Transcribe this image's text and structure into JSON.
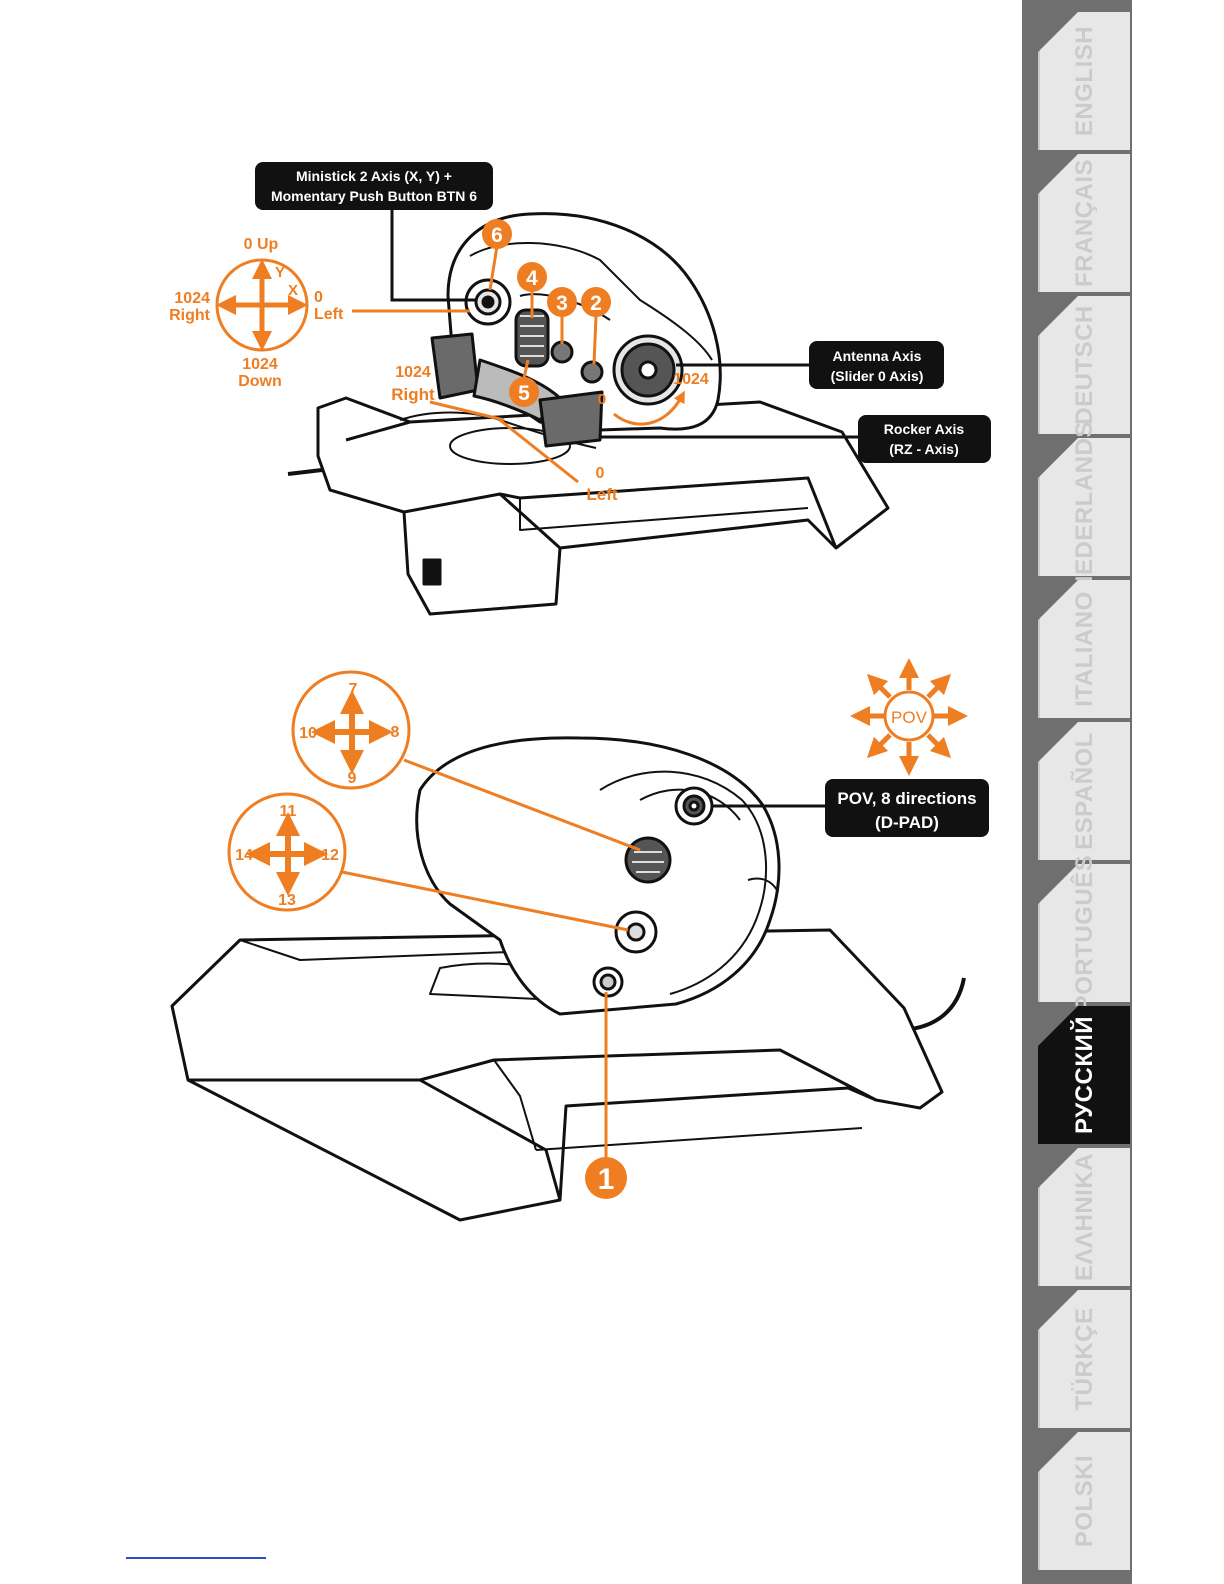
{
  "top": {
    "callout_ministick_line1": "Ministick 2 Axis (X, Y) +",
    "callout_ministick_line2": "Momentary Push Button BTN 6",
    "callout_antenna_line1": "Antenna Axis",
    "callout_antenna_line2": "(Slider 0 Axis)",
    "callout_rocker_line1": "Rocker Axis",
    "callout_rocker_line2": "(RZ - Axis)",
    "cross_up": "0 Up",
    "cross_y": "Y",
    "cross_x": "X",
    "cross_right_val": "1024",
    "cross_right_word": "Right",
    "cross_left_val": "0",
    "cross_left_word": "Left",
    "cross_down_val": "1024",
    "cross_down_word": "Down",
    "rocker_right_val": "1024",
    "rocker_right_word": "Right",
    "rocker_left_val": "0",
    "rocker_left_word": "Left",
    "antenna_zero": "0",
    "antenna_max": "1024",
    "badges": [
      "6",
      "4",
      "3",
      "2",
      "5"
    ]
  },
  "bottom": {
    "hat1_up": "7",
    "hat1_right": "8",
    "hat1_down": "9",
    "hat1_left": "10",
    "hat2_up": "11",
    "hat2_right": "12",
    "hat2_down": "13",
    "hat2_left": "14",
    "pov_label": "POV",
    "callout_pov_line1": "POV, 8 directions",
    "callout_pov_line2": "(D-PAD)",
    "badge_1": "1"
  },
  "tabs": [
    {
      "label": "ENGLISH",
      "active": false
    },
    {
      "label": "FRANÇAIS",
      "active": false
    },
    {
      "label": "DEUTSCH",
      "active": false
    },
    {
      "label": "NEDERLANDS",
      "active": false
    },
    {
      "label": "ITALIANO",
      "active": false
    },
    {
      "label": "ESPAÑOL",
      "active": false
    },
    {
      "label": "PORTUGUÊS",
      "active": false
    },
    {
      "label": "РУССКИЙ",
      "active": true
    },
    {
      "label": "ΕΛΛΗΝΙΚΑ",
      "active": false
    },
    {
      "label": "TÜRKÇE",
      "active": false
    },
    {
      "label": "POLSKI",
      "active": false
    }
  ],
  "colors": {
    "accent": "#ef7d21",
    "callout_bg": "#111111",
    "tab_bg": "#e7e7e7",
    "tab_text": "#cbcbcb"
  }
}
